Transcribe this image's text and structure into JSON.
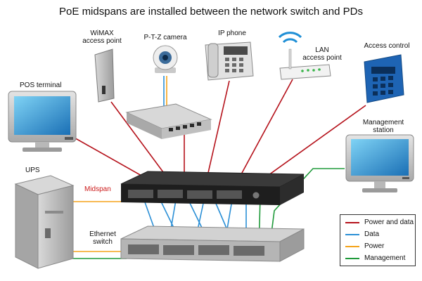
{
  "title": "PoE midspans are installed between the network switch and PDs",
  "labels": {
    "pos_terminal": "POS terminal",
    "wimax_line1": "WiMAX",
    "wimax_line2": "access point",
    "ptz_camera": "P-T-Z camera",
    "ip_phone": "IP phone",
    "lan_line1": "LAN",
    "lan_line2": "access point",
    "access_control": "Access control",
    "mgmt_line1": "Management",
    "mgmt_line2": "station",
    "ups": "UPS",
    "midspan": "Midspan",
    "eth_line1": "Ethernet",
    "eth_line2": "switch"
  },
  "legend": [
    {
      "label": "Power and data",
      "color": "#b5121b"
    },
    {
      "label": "Data",
      "color": "#2a8fd6"
    },
    {
      "label": "Power",
      "color": "#f5a31a"
    },
    {
      "label": "Management",
      "color": "#1f9a3a"
    }
  ],
  "colors": {
    "power_and_data": "#b5121b",
    "data": "#2a8fd6",
    "power": "#f5a31a",
    "management": "#1f9a3a",
    "midspan_label": "#cc1b1b",
    "access_control_blue": "#1e64b4"
  }
}
